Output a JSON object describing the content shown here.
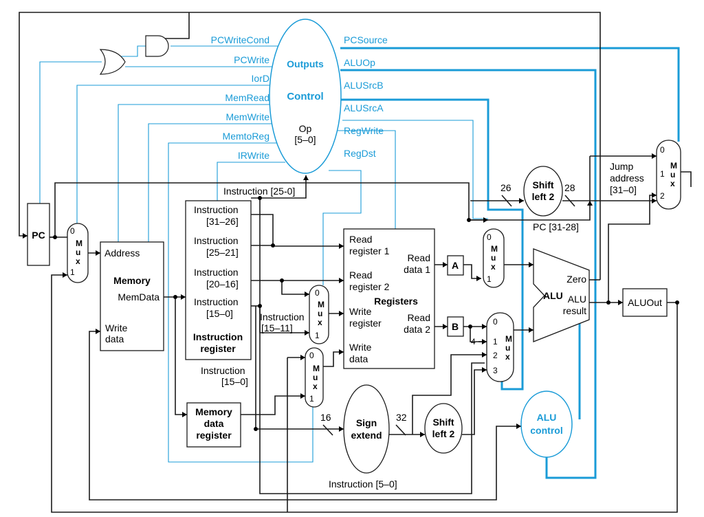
{
  "control": {
    "outputs": "Outputs",
    "title": "Control",
    "op": "Op",
    "op_bits": "[5–0]",
    "left_signals": [
      "PCWriteCond",
      "PCWrite",
      "IorD",
      "MemRead",
      "MemWrite",
      "MemtoReg",
      "IRWrite"
    ],
    "right_signals": [
      "PCSource",
      "ALUOp",
      "ALUSrcB",
      "ALUSrcA",
      "RegWrite",
      "RegDst"
    ]
  },
  "pc": "PC",
  "mux": {
    "m": "M",
    "u": "u",
    "x": "x",
    "zero": "0",
    "one": "1",
    "two": "2",
    "three": "3"
  },
  "memory": {
    "address": "Address",
    "title": "Memory",
    "memdata": "MemData",
    "write_data_1": "Write",
    "write_data_2": "data"
  },
  "ir": {
    "f1a": "Instruction",
    "f1b": "[31–26]",
    "f2a": "Instruction",
    "f2b": "[25–21]",
    "f3a": "Instruction",
    "f3b": "[20–16]",
    "f4a": "Instruction",
    "f4b": "[15–0]",
    "title1": "Instruction",
    "title2": "register"
  },
  "instr_25_0": "Instruction [25-0]",
  "instr_15_11_a": "Instruction",
  "instr_15_11_b": "[15–11]",
  "instr_15_0_a": "Instruction",
  "instr_15_0_b": "[15–0]",
  "instr_5_0": "Instruction [5–0]",
  "mdr": {
    "l1": "Memory",
    "l2": "data",
    "l3": "register"
  },
  "registers": {
    "rr1a": "Read",
    "rr1b": "register 1",
    "rr2a": "Read",
    "rr2b": "register 2",
    "wra": "Write",
    "wrb": "register",
    "wda": "Write",
    "wdb": "data",
    "rd1a": "Read",
    "rd1b": "data 1",
    "rd2a": "Read",
    "rd2b": "data 2",
    "title": "Registers"
  },
  "reg_a": "A",
  "reg_b": "B",
  "sign_extend": {
    "l1": "Sign",
    "l2": "extend"
  },
  "shift_left_2": {
    "l1": "Shift",
    "l2": "left 2"
  },
  "bits": {
    "b16": "16",
    "b32": "32",
    "b26": "26",
    "b28": "28",
    "four": "4"
  },
  "pc_31_28": "PC [31-28]",
  "jump": {
    "l1": "Jump",
    "l2": "address",
    "l3": "[31–0]"
  },
  "alu": {
    "title": "ALU",
    "zero": "Zero",
    "result1": "ALU",
    "result2": "result"
  },
  "aluout": "ALUOut",
  "alu_control": {
    "l1": "ALU",
    "l2": "control"
  }
}
